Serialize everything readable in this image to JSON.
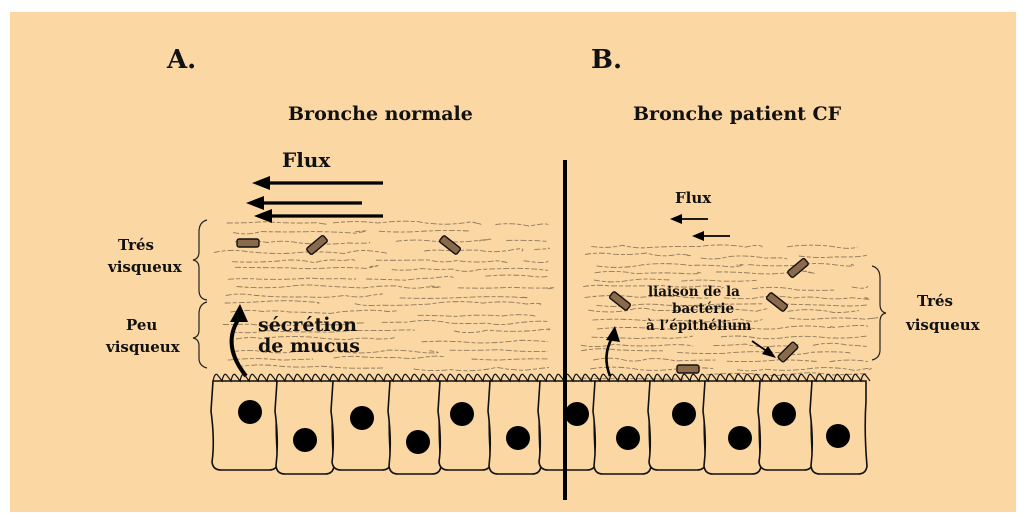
{
  "panel_a": {
    "letter": "A.",
    "title": "Bronche normale",
    "flux_label": "Flux",
    "upper_layer": [
      "Trés",
      "visqueux"
    ],
    "lower_layer": [
      "Peu",
      "visqueux"
    ],
    "secretion": [
      "sécrétion",
      "de mucus"
    ]
  },
  "panel_b": {
    "letter": "B.",
    "title": "Bronche patient CF",
    "flux_label": "Flux",
    "binding": [
      "liaison de la",
      "bactérie",
      "à l’épithélium"
    ],
    "layer": [
      "Trés",
      "visqueux"
    ]
  },
  "colors": {
    "background": "#fbd7a3",
    "ink": "#111111"
  }
}
